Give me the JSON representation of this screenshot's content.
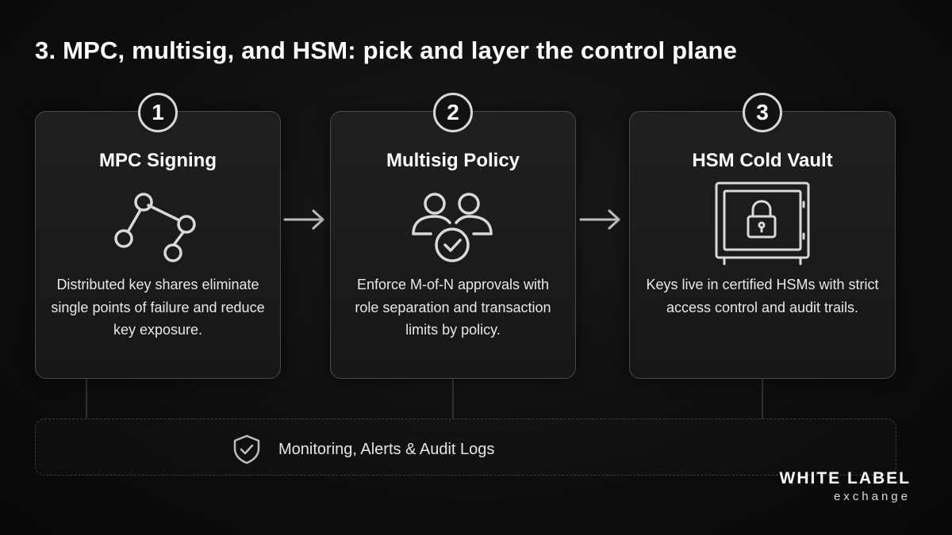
{
  "title": "3. MPC, multisig, and HSM: pick and layer the control plane",
  "cards": [
    {
      "number": "1",
      "title": "MPC Signing",
      "icon": "key-share-nodes-icon",
      "description": "Distributed key shares eliminate single points of failure and reduce key exposure."
    },
    {
      "number": "2",
      "title": "Multisig Policy",
      "icon": "users-approval-check-icon",
      "description": "Enforce M-of-N approvals with role separation and transaction limits by policy."
    },
    {
      "number": "3",
      "title": "HSM Cold Vault",
      "icon": "vault-lock-icon",
      "description": "Keys live in certified HSMs with strict access control and audit trails."
    }
  ],
  "monitoring": {
    "icon": "shield-check-icon",
    "label": "Monitoring, Alerts & Audit Logs"
  },
  "brand": {
    "name": "WHITE LABEL",
    "sub": "exchange"
  },
  "colors": {
    "background": "#0b0b0b",
    "card_border": "#4a4a4a",
    "text": "#ffffff",
    "icon_stroke": "#d9d9d9"
  }
}
